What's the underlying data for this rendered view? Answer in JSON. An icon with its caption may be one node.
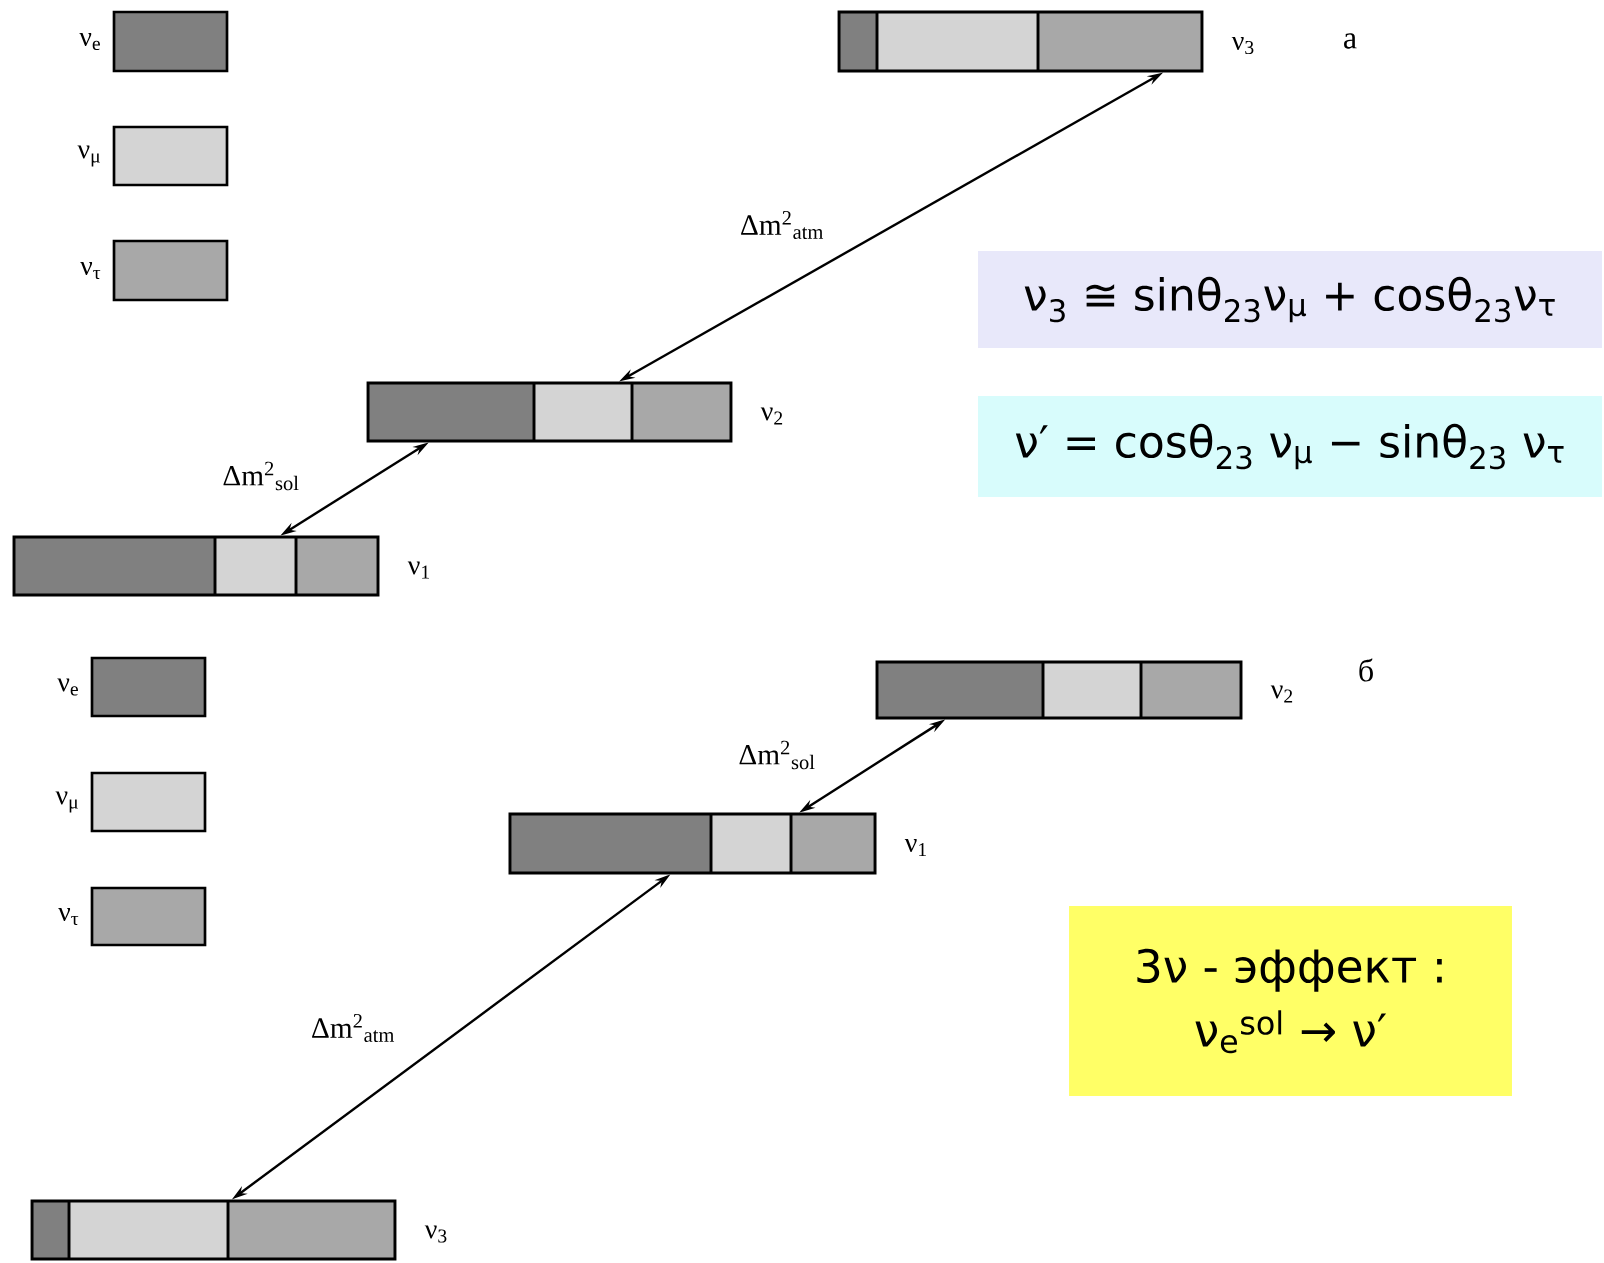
{
  "diagram": {
    "nodes": [
      {
        "text": [],
        "shape": "bar",
        "beside": [
          "ν$_{3}$"
        ]
      },
      {
        "text": [],
        "shape": "bar",
        "beside": [
          "ν$_{2}$"
        ]
      },
      {
        "text": [],
        "shape": "bar",
        "beside": [
          "ν$_{1}$"
        ]
      },
      {
        "text": [],
        "shape": "bar",
        "beside": [
          "ν$_{2}$"
        ]
      },
      {
        "text": [],
        "shape": "bar",
        "beside": [
          "ν$_{1}$"
        ]
      },
      {
        "text": [],
        "shape": "bar",
        "beside": [
          "ν$_{3}$"
        ]
      },
      {
        "text": [
          "ν$_{3}$ ≅ sinθ$_{23}$ν$_{μ}$ + cosθ$_{23}$ν$_{τ}$"
        ]
      },
      {
        "text": [
          "ν′ = cosθ$_{23}$ ν$_{μ}$ − sinθ$_{23}$ ν$_{τ}$"
        ]
      },
      {
        "text": [
          "3ν - эффект :",
          "ν$_{e}$$^{sol}$ → ν′"
        ]
      }
    ],
    "edges": [
      {
        "from": 0,
        "to": 1,
        "arrow": "both",
        "label": "Δm$^{2}$$_{atm}$"
      },
      {
        "from": 1,
        "to": 2,
        "arrow": "both",
        "label": "Δm$^{2}$$_{sol}$"
      },
      {
        "from": 3,
        "to": 4,
        "arrow": "both",
        "label": "Δm$^{2}$$_{sol}$"
      },
      {
        "from": 4,
        "to": 5,
        "arrow": "both",
        "label": "Δm$^{2}$$_{atm}$"
      }
    ],
    "labels": [
      "а",
      "б"
    ],
    "legend": [
      {
        "text": "ν$_{e}$",
        "color": "#808080"
      },
      {
        "text": "ν$_{μ}$",
        "color": "#d4d4d4"
      },
      {
        "text": "ν$_{τ}$",
        "color": "#a8a8a8"
      },
      {
        "text": "ν$_{e}$",
        "color": "#808080"
      },
      {
        "text": "ν$_{μ}$",
        "color": "#d4d4d4"
      },
      {
        "text": "ν$_{τ}$",
        "color": "#a8a8a8"
      }
    ]
  }
}
